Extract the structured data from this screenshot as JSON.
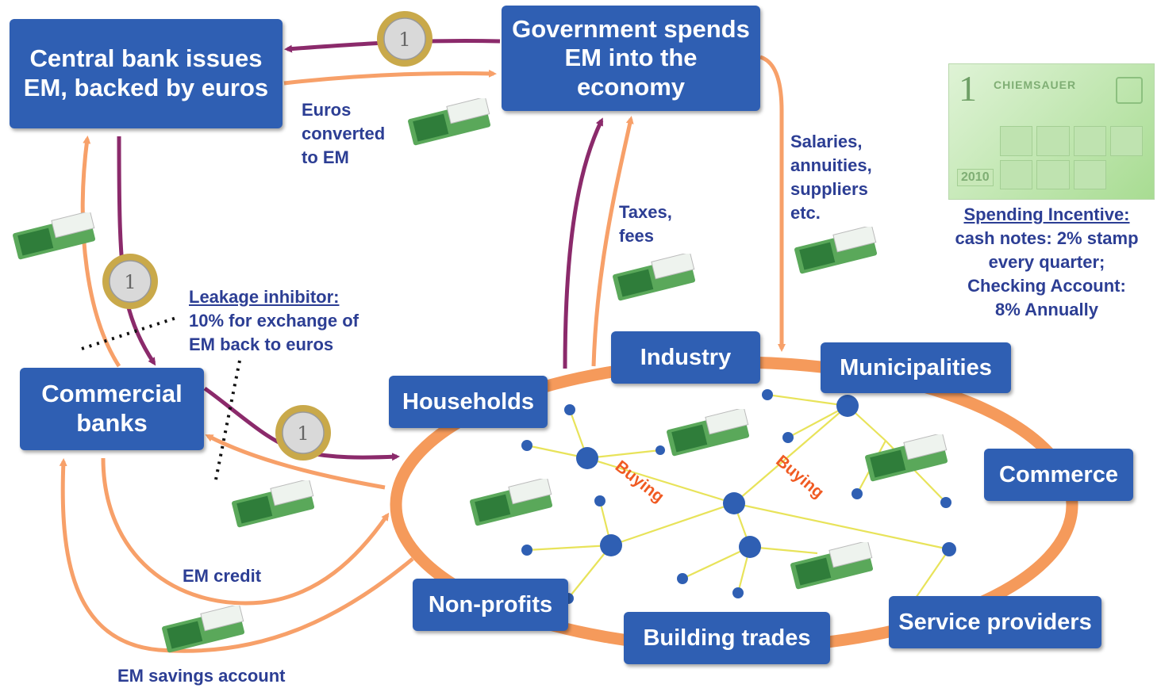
{
  "boxes": {
    "central_bank": "Central bank issues EM, backed by euros",
    "government": "Government spends EM into the economy",
    "commercial_banks": "Commercial banks",
    "households": "Households",
    "industry": "Industry",
    "municipalities": "Municipalities",
    "commerce": "Commerce",
    "non_profits": "Non-profits",
    "building_trades": "Building trades",
    "service_providers": "Service providers"
  },
  "labels": {
    "euros_converted": [
      "Euros",
      "converted",
      "to EM"
    ],
    "salaries": [
      "Salaries,",
      "annuities,",
      "suppliers",
      "etc."
    ],
    "taxes": [
      "Taxes,",
      "fees"
    ],
    "leakage_title": "Leakage inhibitor:",
    "leakage_body": [
      "10% for exchange of",
      "EM back to euros"
    ],
    "em_credit": "EM credit",
    "em_savings": "EM savings account",
    "buying_1": "Buying",
    "buying_2": "Buying"
  },
  "incentive": {
    "title": "Spending Incentive:",
    "lines": [
      "cash notes: 2% stamp",
      "every quarter;",
      "Checking Account:",
      "8% Annually"
    ]
  },
  "banknote_card": {
    "denomination": "1",
    "name": "CHIEMSAUER",
    "year": "2010"
  },
  "colors": {
    "box": "#2f5fb3",
    "label_text": "#2c3e94",
    "orange_arrow": "#f7a069",
    "purple_arrow": "#8b2a6b",
    "ring": "#f59a5b",
    "buying_text": "#f05a22",
    "node": "#2f5fb3",
    "network_line": "#e8e35a"
  }
}
